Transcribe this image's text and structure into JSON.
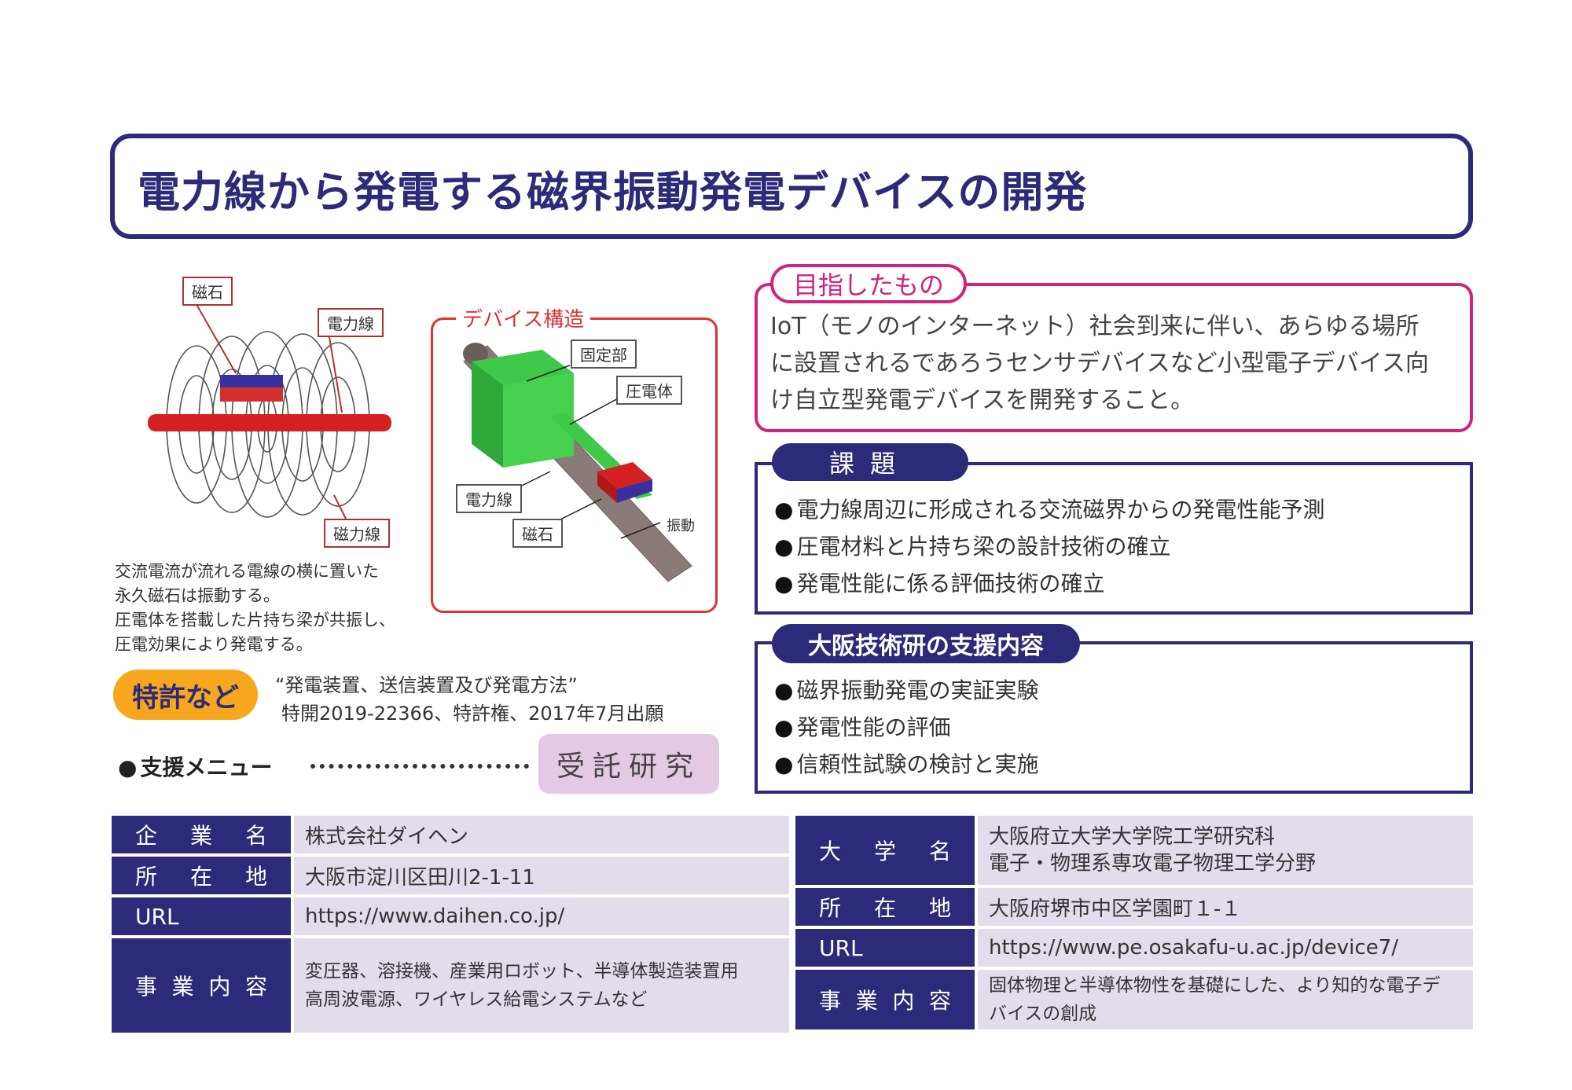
{
  "title": "電力線から発電する磁界振動発電デバイスの開発",
  "figure": {
    "labels": {
      "magnet": "磁石",
      "power_line": "電力線",
      "flux_line": "磁力線"
    },
    "device": {
      "title": "デバイス構造",
      "fixed_part": "固定部",
      "piezo": "圧電体",
      "power_line": "電力線",
      "magnet": "磁石",
      "vibration": "振動"
    },
    "caption": [
      "交流電流が流れる電線の横に置いた",
      "永久磁石は振動する。",
      "圧電体を搭載した片持ち梁が共振し、",
      "圧電効果により発電する。"
    ]
  },
  "patent": {
    "badge": "特許など",
    "line1": "“発電装置、送信装置及び発電方法”",
    "line2": "特開2019-22366、特許権、2017年7月出願"
  },
  "support_menu": {
    "label": "支援メニュー",
    "value": "受託研究"
  },
  "goal": {
    "tab": "目指したもの",
    "lines": [
      "IoT（モノのインターネット）社会到来に伴い、あらゆる場所",
      "に設置されるであろうセンサデバイスなど小型電子デバイス向",
      "け自立型発電デバイスを開発すること。"
    ]
  },
  "issues": {
    "tab": "課題",
    "items": [
      "電力線周辺に形成される交流磁界からの発電性能予測",
      "圧電材料と片持ち梁の設計技術の確立",
      "発電性能に係る評価技術の確立"
    ]
  },
  "support": {
    "tab": "大阪技術研の支援内容",
    "items": [
      "磁界振動発電の実証実験",
      "発電性能の評価",
      "信頼性試験の検討と実施"
    ]
  },
  "company": {
    "name_key": "企業名",
    "name": "株式会社ダイヘン",
    "address_key": "所在地",
    "address": "大阪市淀川区田川2-1-11",
    "url_key": "URL",
    "url": "https://www.daihen.co.jp/",
    "business_key": "事業内容",
    "business": [
      "変圧器、溶接機、産業用ロボット、半導体製造装置用",
      "高周波電源、ワイヤレス給電システムなど"
    ]
  },
  "university": {
    "name_key": "大学名",
    "name": [
      "大阪府立大学大学院工学研究科",
      "電子・物理系専攻電子物理工学分野"
    ],
    "address_key": "所在地",
    "address": "大阪府堺市中区学園町１-１",
    "url_key": "URL",
    "url": "https://www.pe.osakafu-u.ac.jp/device7/",
    "business_key": "事業内容",
    "business": [
      "固体物理と半導体物性を基礎にした、より知的な電子デ",
      "バイスの創成"
    ]
  },
  "colors": {
    "navy": "#2e2a7a",
    "magenta": "#d0247a",
    "orange": "#f6a71e",
    "lavender": "#e3dcea",
    "red": "#e03030"
  }
}
